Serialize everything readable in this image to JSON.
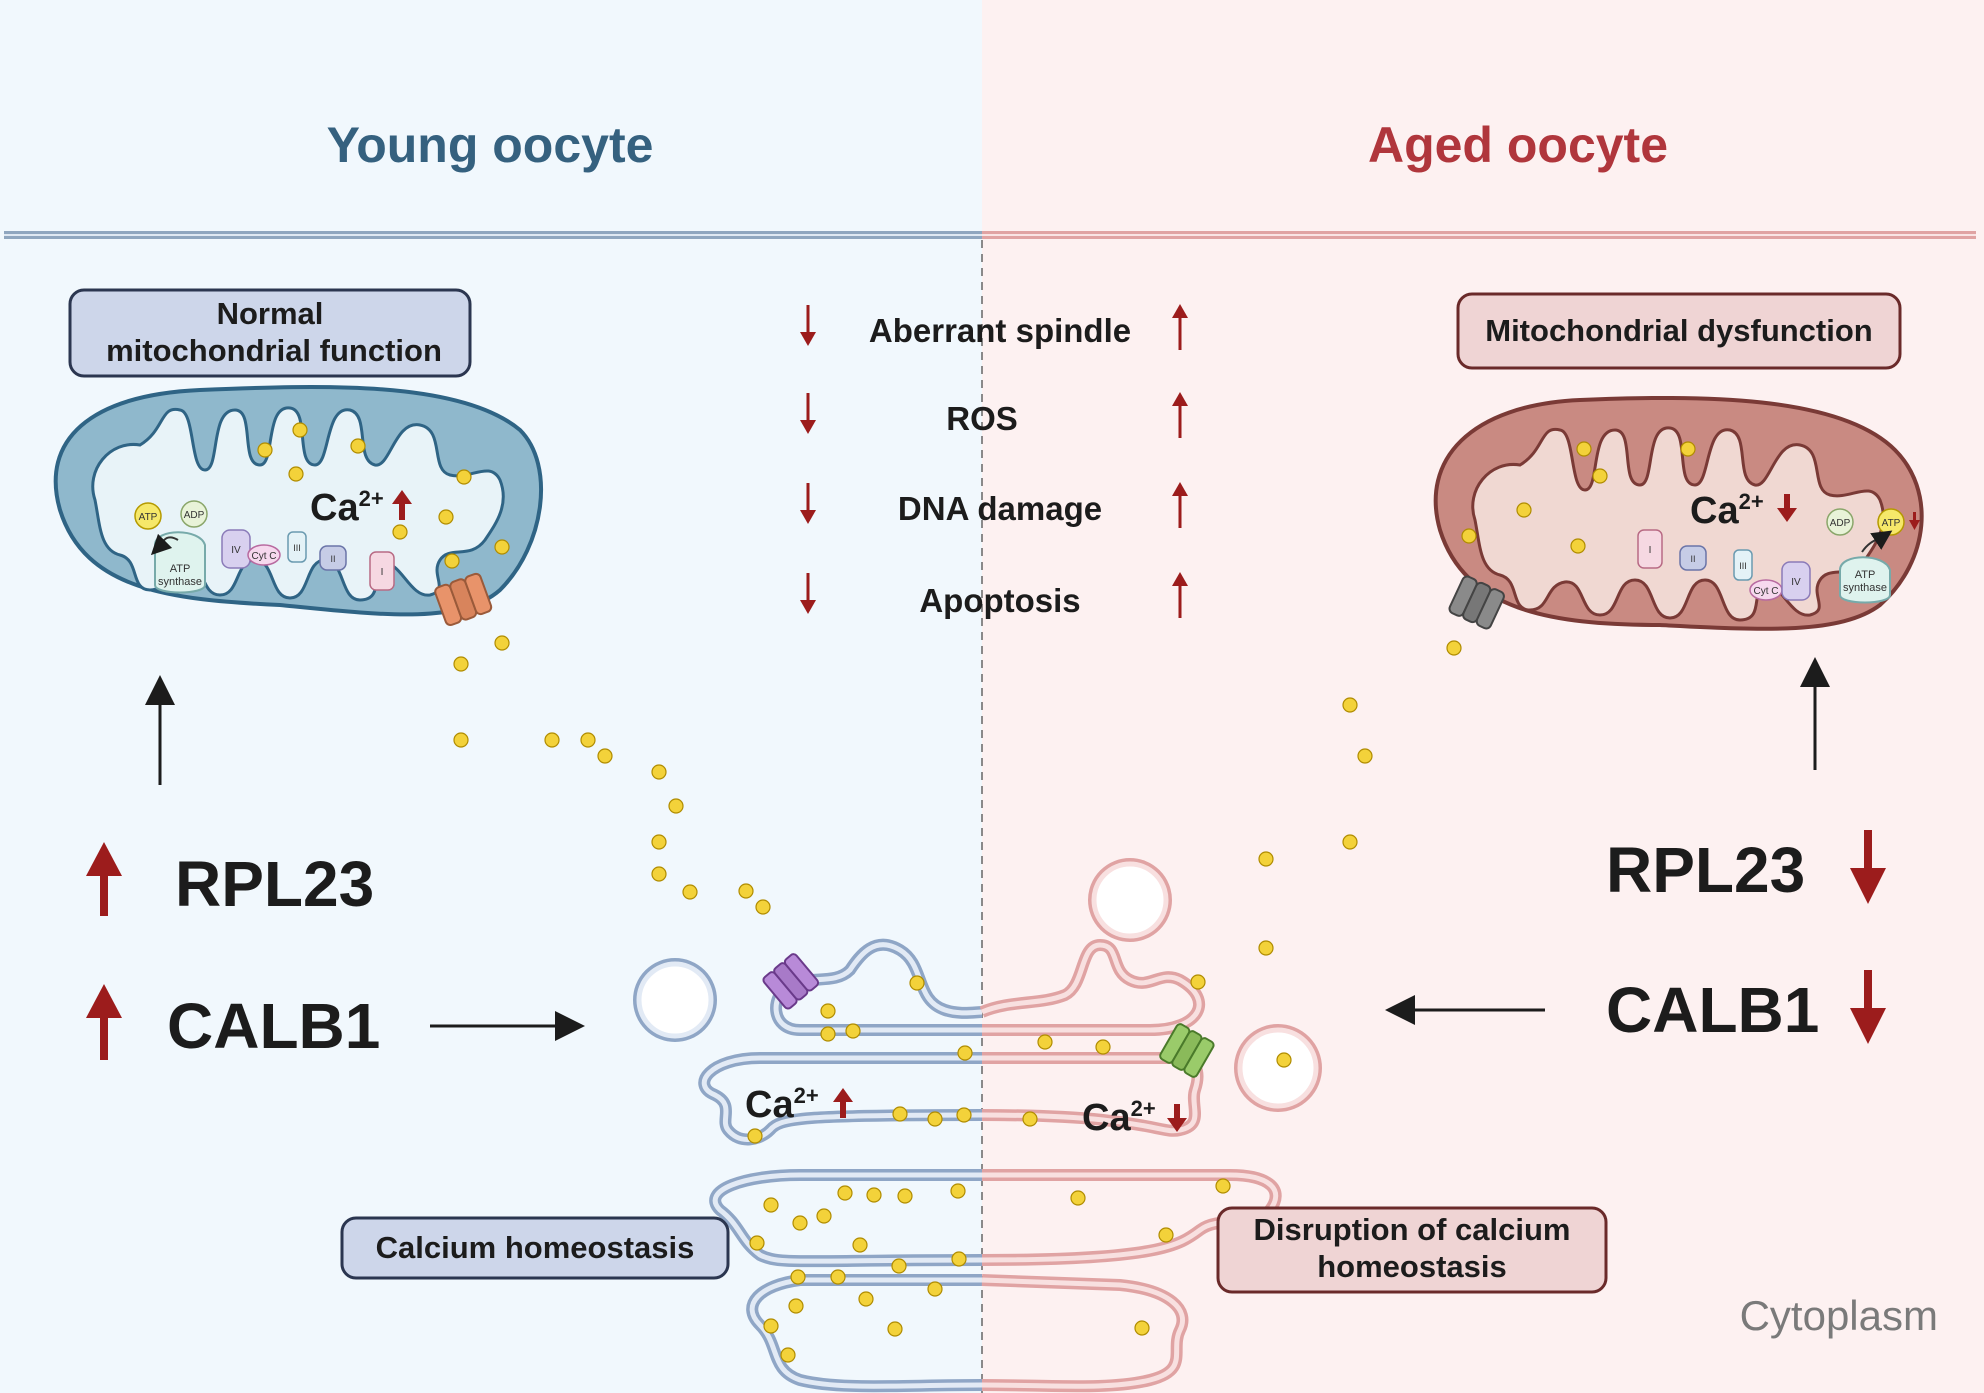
{
  "headers": {
    "young": "Young oocyte",
    "aged": "Aged oocyte"
  },
  "labels": {
    "normal_mito_line1": "Normal",
    "normal_mito_line2": "mitochondrial function",
    "mito_dysfunction": "Mitochondrial dysfunction",
    "calcium_homeostasis": "Calcium homeostasis",
    "disruption_line1": "Disruption of calcium",
    "disruption_line2": "homeostasis",
    "cytoplasm": "Cytoplasm"
  },
  "genes": {
    "rpl23": "RPL23",
    "calb1": "CALB1"
  },
  "phenotypes": [
    {
      "label": "Aberrant spindle"
    },
    {
      "label": "ROS"
    },
    {
      "label": "DNA damage"
    },
    {
      "label": "Apoptosis"
    }
  ],
  "ions": {
    "ca": "Ca",
    "charge": "2+"
  },
  "mito_labels": {
    "atp": "ATP",
    "adp": "ADP",
    "atp_synthase_1": "ATP",
    "atp_synthase_2": "synthase",
    "complex_i": "I",
    "complex_ii": "II",
    "complex_iii": "III",
    "complex_iv": "IV",
    "cyt_c": "Cyt C"
  },
  "colors": {
    "young_bg": "#f1f8fd",
    "aged_bg": "#fdf1f1",
    "young_title": "#35617f",
    "aged_title": "#b0363c",
    "arrow_red": "#9c1c1c",
    "calcium_dot": "#f3d23a",
    "young_mito": "#8fb8cc",
    "aged_mito": "#c98a82"
  }
}
